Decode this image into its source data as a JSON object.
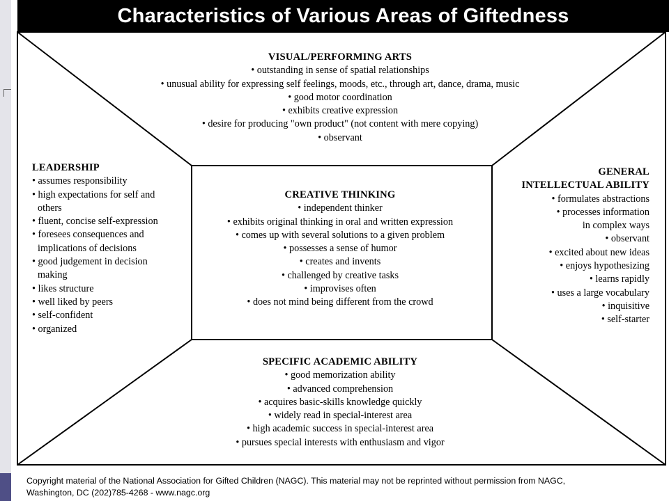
{
  "title": "Characteristics of Various Areas of Giftedness",
  "sections": {
    "visual_performing_arts": {
      "heading": "VISUAL/PERFORMING ARTS",
      "items": [
        "• outstanding in sense of spatial relationships",
        "• unusual ability for expressing self feelings, moods, etc., through art, dance, drama, music",
        "• good motor coordination",
        "• exhibits creative expression",
        "• desire for producing \"own product\" (not content with mere copying)",
        "• observant"
      ]
    },
    "leadership": {
      "heading": "LEADERSHIP",
      "items": [
        "• assumes responsibility",
        "• high expectations for self and",
        "others",
        "• fluent, concise self-expression",
        "• foresees consequences and",
        "implications of decisions",
        "• good judgement in decision",
        "making",
        "• likes structure",
        "• well liked by peers",
        "• self-confident",
        "• organized"
      ]
    },
    "creative_thinking": {
      "heading": "CREATIVE THINKING",
      "items": [
        "• independent thinker",
        "• exhibits original thinking in oral and written expression",
        "• comes up with several solutions to a given problem",
        "• possesses a sense of humor",
        "• creates and invents",
        "• challenged by creative tasks",
        "• improvises often",
        "• does not mind being different from the crowd"
      ]
    },
    "general_intellectual_ability": {
      "heading_line1": "GENERAL",
      "heading_line2": "INTELLECTUAL ABILITY",
      "items": [
        "• formulates abstractions",
        "• processes information",
        "in complex ways",
        "• observant",
        "• excited about new ideas",
        "• enjoys hypothesizing",
        "• learns rapidly",
        "• uses a large vocabulary",
        "• inquisitive",
        "• self-starter"
      ]
    },
    "specific_academic_ability": {
      "heading": "SPECIFIC ACADEMIC ABILITY",
      "items": [
        "• good memorization ability",
        "• advanced comprehension",
        "• acquires basic-skills knowledge quickly",
        "• widely read in special-interest area",
        "• high academic success in special-interest area",
        "• pursues special interests with enthusiasm and vigor"
      ]
    }
  },
  "footer": {
    "line1": "Copyright material of the National Association for Gifted Children (NAGC).  This material may not be reprinted without permission from NAGC,",
    "line2": "Washington, DC (202)785-4268 - www.nagc.org"
  },
  "colors": {
    "title_bar": "#000000",
    "title_text": "#ffffff",
    "strip": "#e4e4ea",
    "strip_accent": "#4f4f86"
  }
}
